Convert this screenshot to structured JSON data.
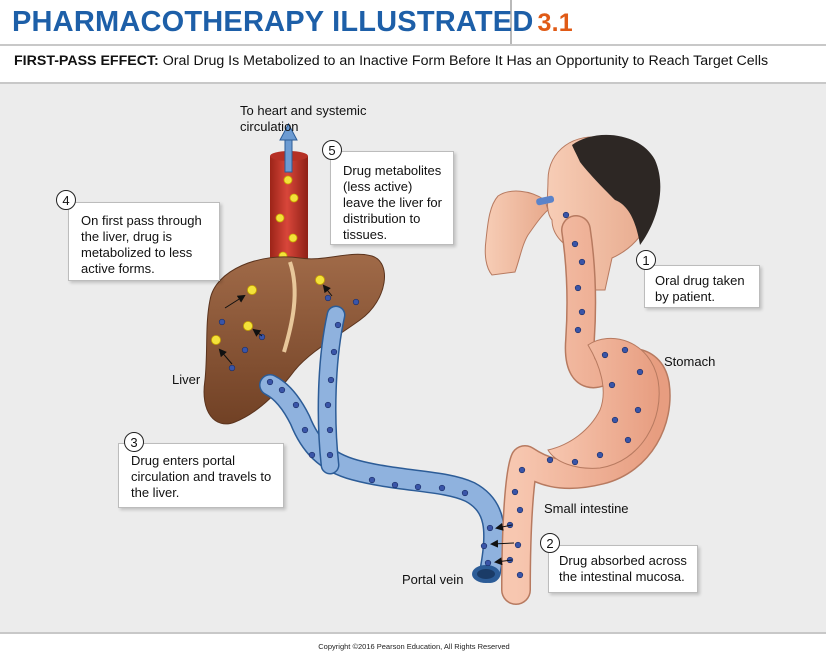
{
  "header": {
    "title": "PHARMACOTHERAPY ILLUSTRATED",
    "figure_number": "3.1"
  },
  "subtitle": {
    "bold": "FIRST-PASS EFFECT:",
    "text": "Oral Drug Is Metabolized to an Inactive Form Before It Has an Opportunity to Reach Target Cells"
  },
  "steps": [
    {
      "number": "1",
      "text": "Oral drug taken by patient."
    },
    {
      "number": "2",
      "text": "Drug absorbed across the intestinal mucosa."
    },
    {
      "number": "3",
      "text": "Drug enters portal circulation and travels to the liver."
    },
    {
      "number": "4",
      "text": "On first pass through the liver, drug is metabolized to less active forms."
    },
    {
      "number": "5",
      "text": "Drug metabolites (less active) leave the liver for distribution to tissues."
    }
  ],
  "labels": {
    "heart": "To heart and systemic circulation",
    "liver": "Liver",
    "stomach": "Stomach",
    "small_intestine": "Small intestine",
    "portal_vein": "Portal vein"
  },
  "colors": {
    "title_blue": "#1d5fa8",
    "figure_orange": "#e05a16",
    "liver_brown": "#8b5a3c",
    "vessel_blue": "#7fa6d6",
    "artery_red": "#c8352a",
    "stomach_pink": "#f0b49c",
    "drug_dot": "#3a55a8",
    "metabolite_yellow": "#f3e23a"
  },
  "copyright": "Copyright ©2016 Pearson Education, All Rights Reserved"
}
